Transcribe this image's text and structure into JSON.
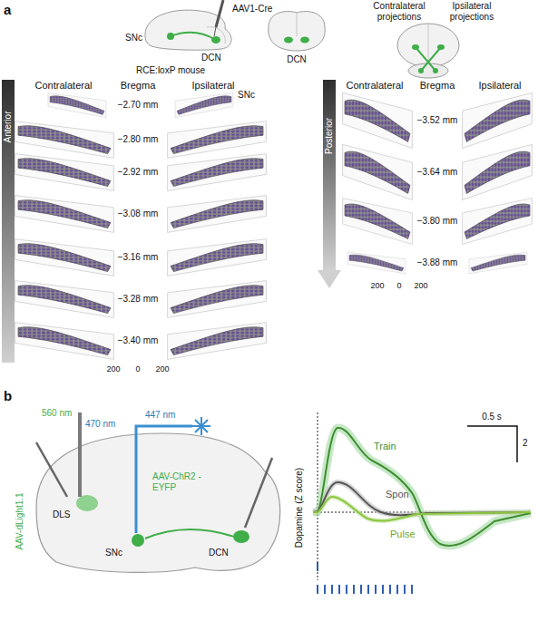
{
  "diagram": {
    "labels": [
      "a",
      "AAV1-Cre",
      "SNc",
      "DCN",
      "RCE:loxP mouse",
      "DCN",
      "Contralateral projections",
      "Ipsilateral projections",
      "Anterior",
      "Contralateral",
      "Bregma",
      "Ipsilateral",
      "SNc",
      "−2.70 mm",
      "−2.80 mm",
      "−2.92 mm",
      "−3.08 mm",
      "−3.16 mm",
      "−3.28 mm",
      "−3.40 mm",
      "200",
      "0",
      "200",
      "Posterior",
      "Contralateral",
      "Bregma",
      "Ipsilateral",
      "−3.52 mm",
      "−3.64 mm",
      "−3.80 mm",
      "−3.88 mm",
      "200",
      "0",
      "200",
      "b",
      "560 nm",
      "470 nm",
      "447 nm",
      "AAV-dLight1.1",
      "DLS",
      "SNc",
      "AAV-ChR2 -EYFP",
      "DCN",
      "Dopamine (Z score)",
      "0.5 s",
      "2",
      "Train",
      "Spon",
      "Pulse"
    ]
  }
}
